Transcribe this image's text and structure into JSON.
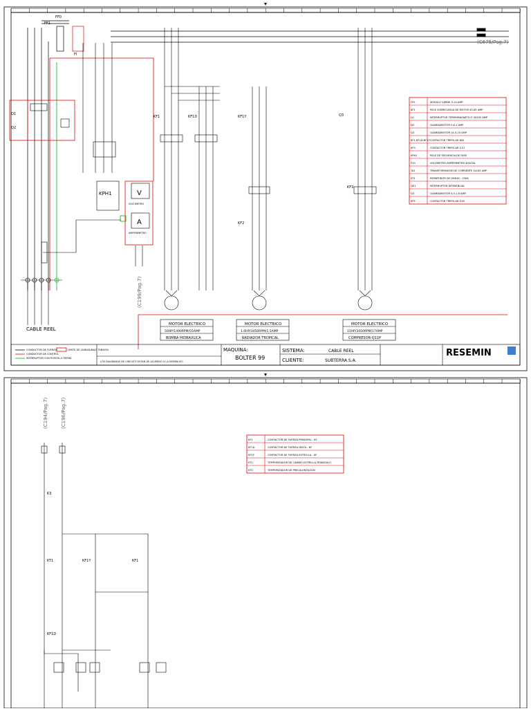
{
  "page1": {
    "right_arrow_label": "(C675/Pag.7)",
    "fuse_labels": {
      "ff0": "FF0",
      "ff1": "FF1",
      "fi": "FI"
    },
    "left_components": {
      "q1": "Q1",
      "q2": "Q2",
      "kph1": "KPH1",
      "voltmeter": "VOLTIMETRO",
      "ammeter": "AMPERIMETRO",
      "cable_reel": "CABLE REEL"
    },
    "contactors": {
      "kf1": "KF1",
      "kf1d": "KF1D",
      "kf1y": "KF1Y",
      "kf2": "KF2",
      "kf3": "KF3",
      "q3": "Q3"
    },
    "bottom_left_label": "(C199/Pag.7)",
    "motors": [
      {
        "title": "MOTOR ELECTRICO",
        "spec": "50HP/1490RPM/55AMP",
        "desc": "BOMBA HIDRAULICA"
      },
      {
        "title": "MOTOR ELECTRICO",
        "spec": "1.0HP/3450RPM/1.5AMP",
        "desc": "RADIADOR TROPICAL"
      },
      {
        "title": "MOTOR ELECTRICO",
        "spec": "15HP/3450RPM/17AMP",
        "desc": "COMPRESOR-Q11P"
      }
    ],
    "legend_rows": [
      {
        "code": "FF0",
        "desc": "MODULO VERDE 5-10 AMP"
      },
      {
        "code": "KF1",
        "desc": "RELE SOBRECARGA DE MOTOR 45-65 AMP"
      },
      {
        "code": "Q1",
        "desc": "INTERRUPTOR TERMOMAGNETICO 3X100 AMP"
      },
      {
        "code": "Q2",
        "desc": "GUARDAMOTOR 0.6-1 AMP"
      },
      {
        "code": "Q3",
        "desc": "GUARDAMOTOR 14.5-20 AMP"
      },
      {
        "code": "KF1-KF1D-KF1Y",
        "desc": "CONTACTOR TRIPOLAR DIN"
      },
      {
        "code": "KF3",
        "desc": "CONTACTOR TRIPOLAR 3.5T"
      },
      {
        "code": "KPH1",
        "desc": "RELE DE SECUENCIA DE FASE"
      },
      {
        "code": "P10",
        "desc": "VOLTIMETRO-AMPERIMETRO DIGITAL"
      },
      {
        "code": "TA1",
        "desc": "TRANSFORMADOR DE CORRIENTE 3x100 AMP"
      },
      {
        "code": "KT1",
        "desc": "REPARTIDOR DE LINEAS - 250A"
      },
      {
        "code": "QE1",
        "desc": "INTERRUPTOR DIFERENCIAL"
      },
      {
        "code": "Q3",
        "desc": "GUARDAMOTOR 4.5-1.6 AMP"
      },
      {
        "code": "KF5",
        "desc": "CONTACTOR TRIPOLAR D18"
      }
    ],
    "title_block": {
      "maquina_label": "MAQUINA:",
      "maquina": "BOLTER 99",
      "sistema_label": "SISTEMA:",
      "sistema": "CABLE REEL",
      "cliente_label": "CLIENTE:",
      "cliente": "SUBTERRA S.A.",
      "brand": "RESEMIN",
      "note": "LOS DIAGRAMAS DE CIRCUITO ESTAN DE ACUERDO A LA NORMA IEC",
      "legend_items": [
        "CONDUCTOR DE FUERZA",
        "CONDUCTOR DE CONTROL",
        "INTERRUPTOR CON PUESTA A TIERRA",
        "LIMITE DE UNIDAD/BAJO TENSION"
      ]
    }
  },
  "page2": {
    "left_labels": [
      "(C194/Pag.7)",
      "(C196/Pag.7)"
    ],
    "components": {
      "k3": "K3",
      "kt1": "KT1",
      "kf1y": "KF1Y",
      "kf1": "KF1",
      "kf1d": "KF1D"
    },
    "legend_rows": [
      {
        "code": "KF1",
        "desc": "CONTACTOR DE FUERZA PRINCIPAL - KF"
      },
      {
        "code": "KF1D",
        "desc": "CONTACTOR DE FUERZA DELTA - KF"
      },
      {
        "code": "KF1Y",
        "desc": "CONTACTOR DE FUERZA ESTRELLA - KF"
      },
      {
        "code": "KT1",
        "desc": "TEMPORIZADOR DE CAMBIO ESTRELLA-TRIANGULO"
      },
      {
        "code": "KT3",
        "desc": "TEMPORIZADOR DE PRECALENTACION"
      }
    ]
  }
}
